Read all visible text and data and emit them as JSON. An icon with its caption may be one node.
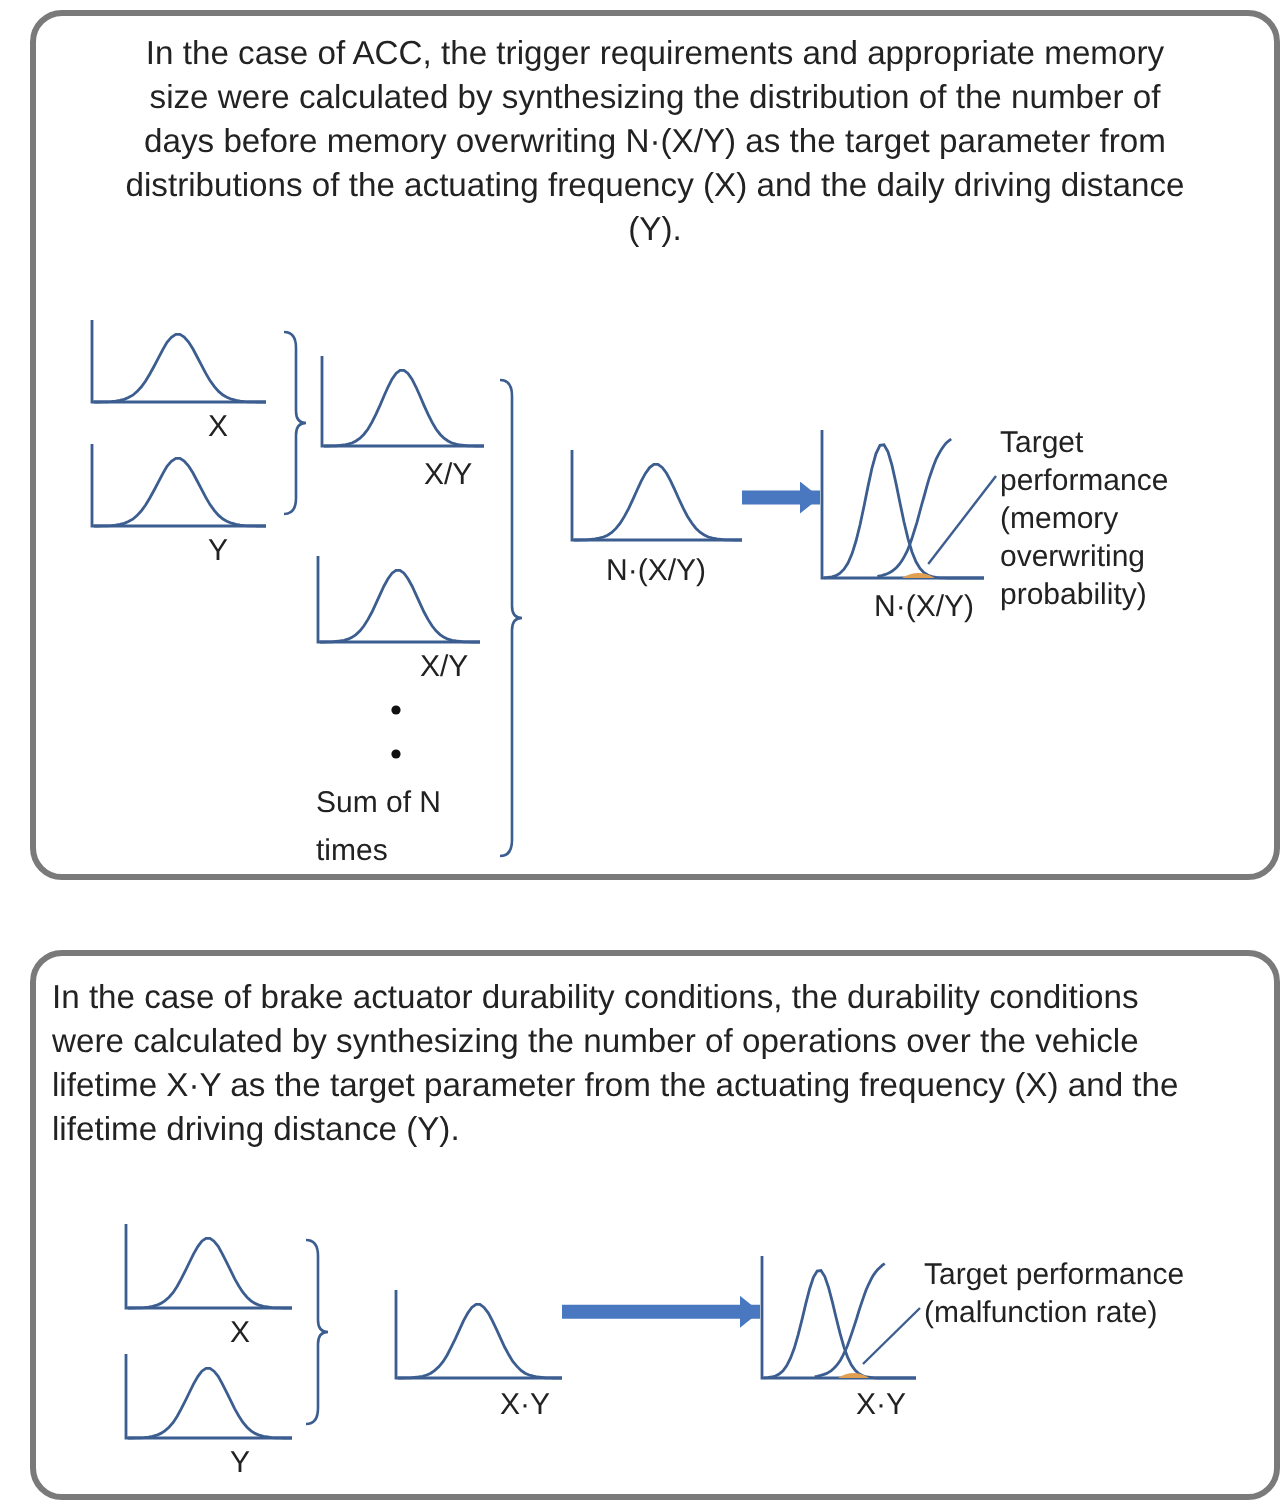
{
  "diagram": {
    "nodes": [
      {
        "text": [
          "In the case of ACC, the trigger requirements and appropriate memory size were calculated by synthesizing the distribution of the number of days before memory overwriting N·(X/Y) as the target parameter from distributions of the actuating frequency (X) and the daily driving distance (Y)."
        ]
      },
      {
        "text": [],
        "shape": "picture",
        "in": 0,
        "beside": [
          "X"
        ]
      },
      {
        "text": [],
        "shape": "picture",
        "in": 0,
        "beside": [
          "Y"
        ]
      },
      {
        "text": [],
        "shape": "picture",
        "in": 0,
        "beside": [
          "X/Y"
        ]
      },
      {
        "text": [],
        "shape": "picture",
        "in": 0,
        "beside": [
          "X/Y"
        ]
      },
      {
        "text": [],
        "shape": "picture",
        "in": 0,
        "beside": [
          "N·(X/Y)"
        ]
      },
      {
        "text": [],
        "shape": "picture",
        "in": 0,
        "beside": [
          "N·(X/Y)"
        ]
      },
      {
        "text": [
          "Target performance (memory overwriting probability)"
        ],
        "in": 0
      },
      {
        "text": [
          "In the case of brake actuator durability conditions, the durability conditions were calculated by synthesizing the number of operations over the vehicle lifetime X·Y as the target parameter from the actuating frequency (X) and the lifetime driving distance (Y)."
        ]
      },
      {
        "text": [],
        "shape": "picture",
        "in": 8,
        "beside": [
          "X"
        ]
      },
      {
        "text": [],
        "shape": "picture",
        "in": 8,
        "beside": [
          "Y"
        ]
      },
      {
        "text": [],
        "shape": "picture",
        "in": 8,
        "beside": [
          "X·Y"
        ]
      },
      {
        "text": [],
        "shape": "picture",
        "in": 8,
        "beside": [
          "X·Y"
        ]
      },
      {
        "text": [
          "Target performance (malfunction rate)"
        ],
        "in": 8
      }
    ],
    "edges": [
      {
        "from": 5,
        "to": 6,
        "arrow": "to",
        "style": "thick",
        "color": "#4a78c0"
      },
      {
        "from": 7,
        "to": 6,
        "arrow": "none"
      },
      {
        "from": 11,
        "to": 12,
        "arrow": "to",
        "style": "thick",
        "color": "#4a78c0"
      },
      {
        "from": 13,
        "to": 12,
        "arrow": "none"
      }
    ],
    "labels": [
      "Sum of N times"
    ]
  }
}
